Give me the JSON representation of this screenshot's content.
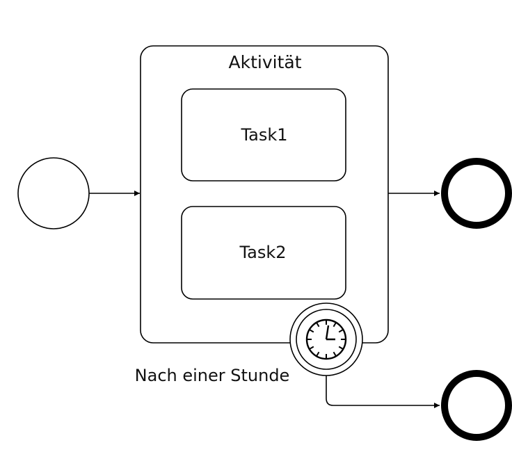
{
  "subprocess": {
    "label": "Aktivität"
  },
  "tasks": [
    {
      "label": "Task1"
    },
    {
      "label": "Task2"
    }
  ],
  "boundary_event": {
    "type": "timer",
    "label": "Nach einer Stunde",
    "icon": "clock-icon"
  },
  "events": {
    "start": "start-event",
    "end": [
      "end-event",
      "end-event-timeout"
    ]
  }
}
